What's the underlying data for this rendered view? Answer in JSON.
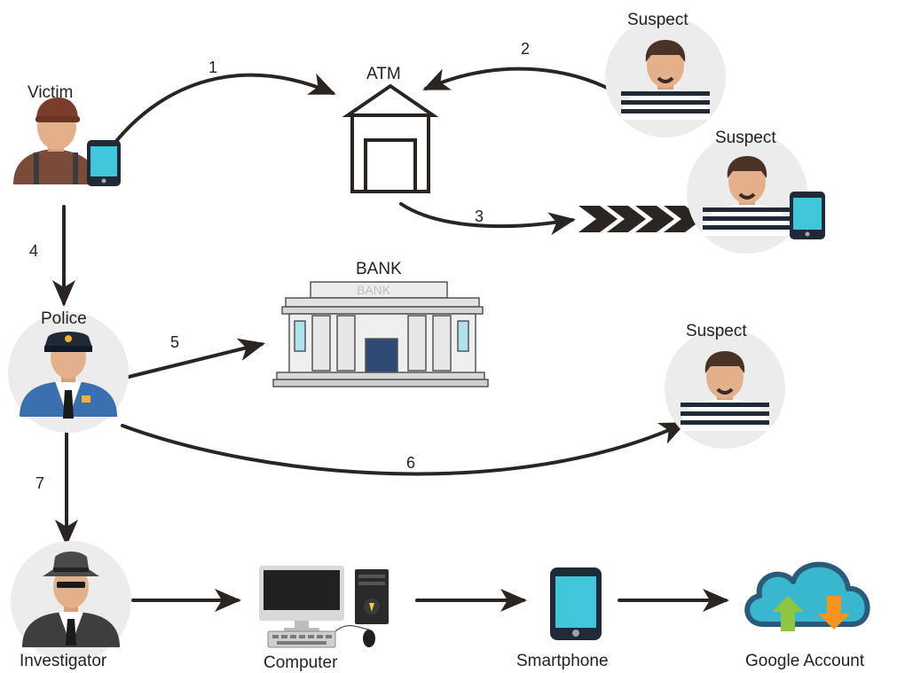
{
  "nodes": {
    "victim": "Victim",
    "atm": "ATM",
    "suspect_top": "Suspect",
    "suspect_mid": "Suspect",
    "suspect_right": "Suspect",
    "police": "Police",
    "bank": "BANK",
    "bank_sign": "BANK",
    "investigator": "Investigator",
    "computer": "Computer",
    "smartphone": "Smartphone",
    "google_account": "Google Account"
  },
  "steps": [
    "1",
    "2",
    "3",
    "4",
    "5",
    "6",
    "7"
  ],
  "colors": {
    "arrow": "#2b2522",
    "avatar_bg": "#ececec",
    "phone": "#3fc6d9",
    "cloud": "#39b7cf",
    "upload_arrow": "#8cc63e",
    "download_arrow": "#f7941d",
    "police_uniform": "#3a6fb0"
  },
  "icons": [
    "person-icon",
    "phone-icon",
    "atm-icon",
    "bank-icon",
    "police-icon",
    "investigator-icon",
    "computer-icon",
    "smartphone-icon",
    "cloud-icon"
  ]
}
